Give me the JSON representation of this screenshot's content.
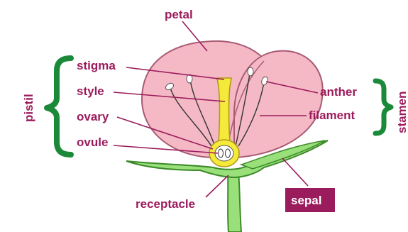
{
  "colors": {
    "label": "#9b1c5c",
    "bracket": "#1a8a3a",
    "petal_fill": "#f5b9c6",
    "petal_stroke": "#a85a73",
    "stem_fill": "#99e07a",
    "stem_stroke": "#3d8a2a",
    "pistil_fill": "#f5ea3a",
    "pistil_stroke": "#b09a1a",
    "sepal_badge": "#9b1c5c"
  },
  "labels": {
    "petal": "petal",
    "stigma": "stigma",
    "style": "style",
    "ovary": "ovary",
    "ovule": "ovule",
    "anther": "anther",
    "filament": "filament",
    "receptacle": "receptacle",
    "sepal": "sepal"
  },
  "groups": {
    "pistil": "pistil",
    "stamen": "stamen"
  }
}
